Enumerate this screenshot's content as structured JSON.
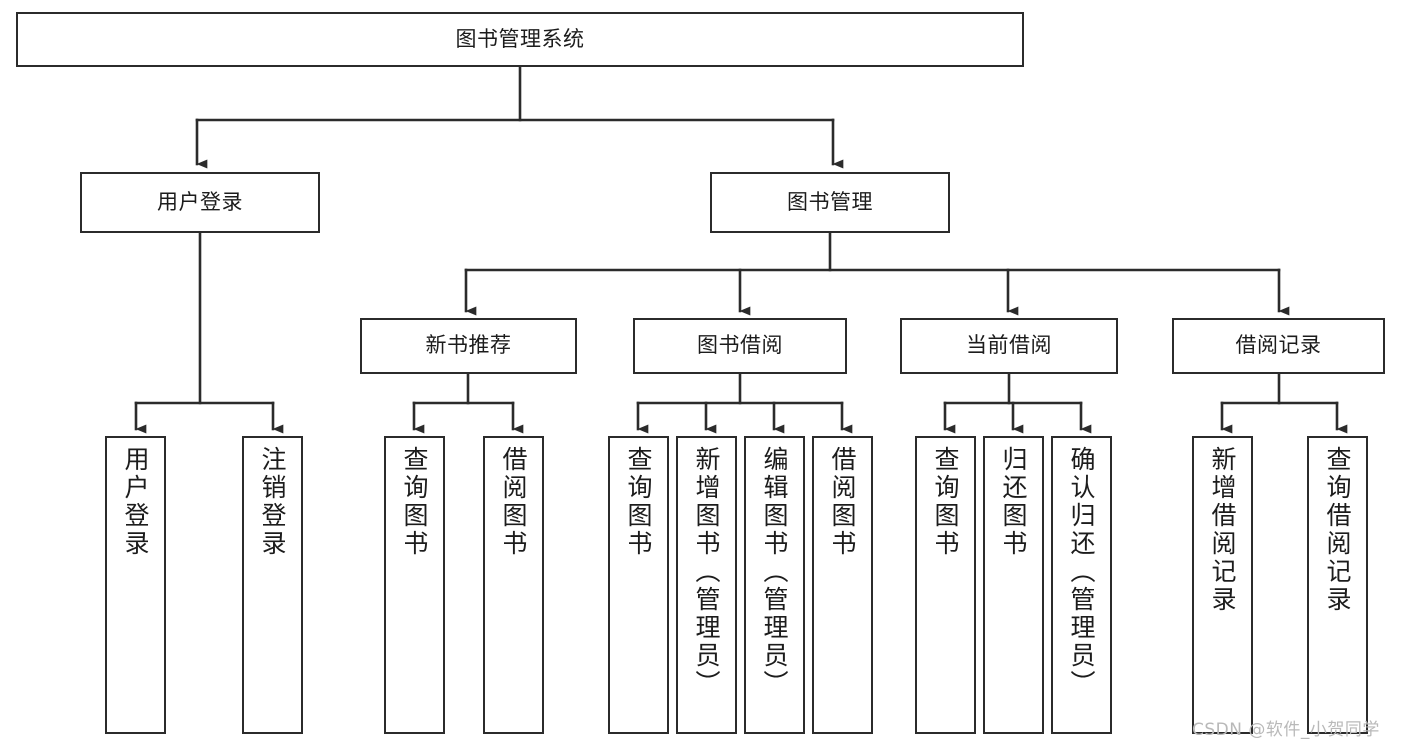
{
  "diagram": {
    "type": "tree-hierarchy-chart",
    "title": "图书管理系统",
    "colors": {
      "box_border": "#2b2b2b",
      "box_fill": "#ffffff",
      "connector": "#2b2b2b",
      "text": "#1c1c1c",
      "watermark": "#b9b9b9",
      "background": "#ffffff"
    },
    "root": {
      "label": "图书管理系统"
    },
    "level1": [
      {
        "label": "用户登录"
      },
      {
        "label": "图书管理"
      }
    ],
    "level2": [
      {
        "label": "新书推荐"
      },
      {
        "label": "图书借阅"
      },
      {
        "label": "当前借阅"
      },
      {
        "label": "借阅记录"
      }
    ],
    "leaves": {
      "user_login": [
        {
          "label": "用户登录"
        },
        {
          "label": "注销登录"
        }
      ],
      "new_book_recommend": [
        {
          "label": "查询图书"
        },
        {
          "label": "借阅图书"
        }
      ],
      "book_borrow": [
        {
          "label": "查询图书"
        },
        {
          "label": "新增图书（管理员）"
        },
        {
          "label": "编辑图书（管理员）"
        },
        {
          "label": "借阅图书"
        }
      ],
      "current_borrow": [
        {
          "label": "查询图书"
        },
        {
          "label": "归还图书"
        },
        {
          "label": "确认归还（管理员）"
        }
      ],
      "borrow_record": [
        {
          "label": "新增借阅记录"
        },
        {
          "label": "查询借阅记录"
        }
      ]
    }
  },
  "watermark": {
    "text": "CSDN @软件_小贺同学"
  }
}
